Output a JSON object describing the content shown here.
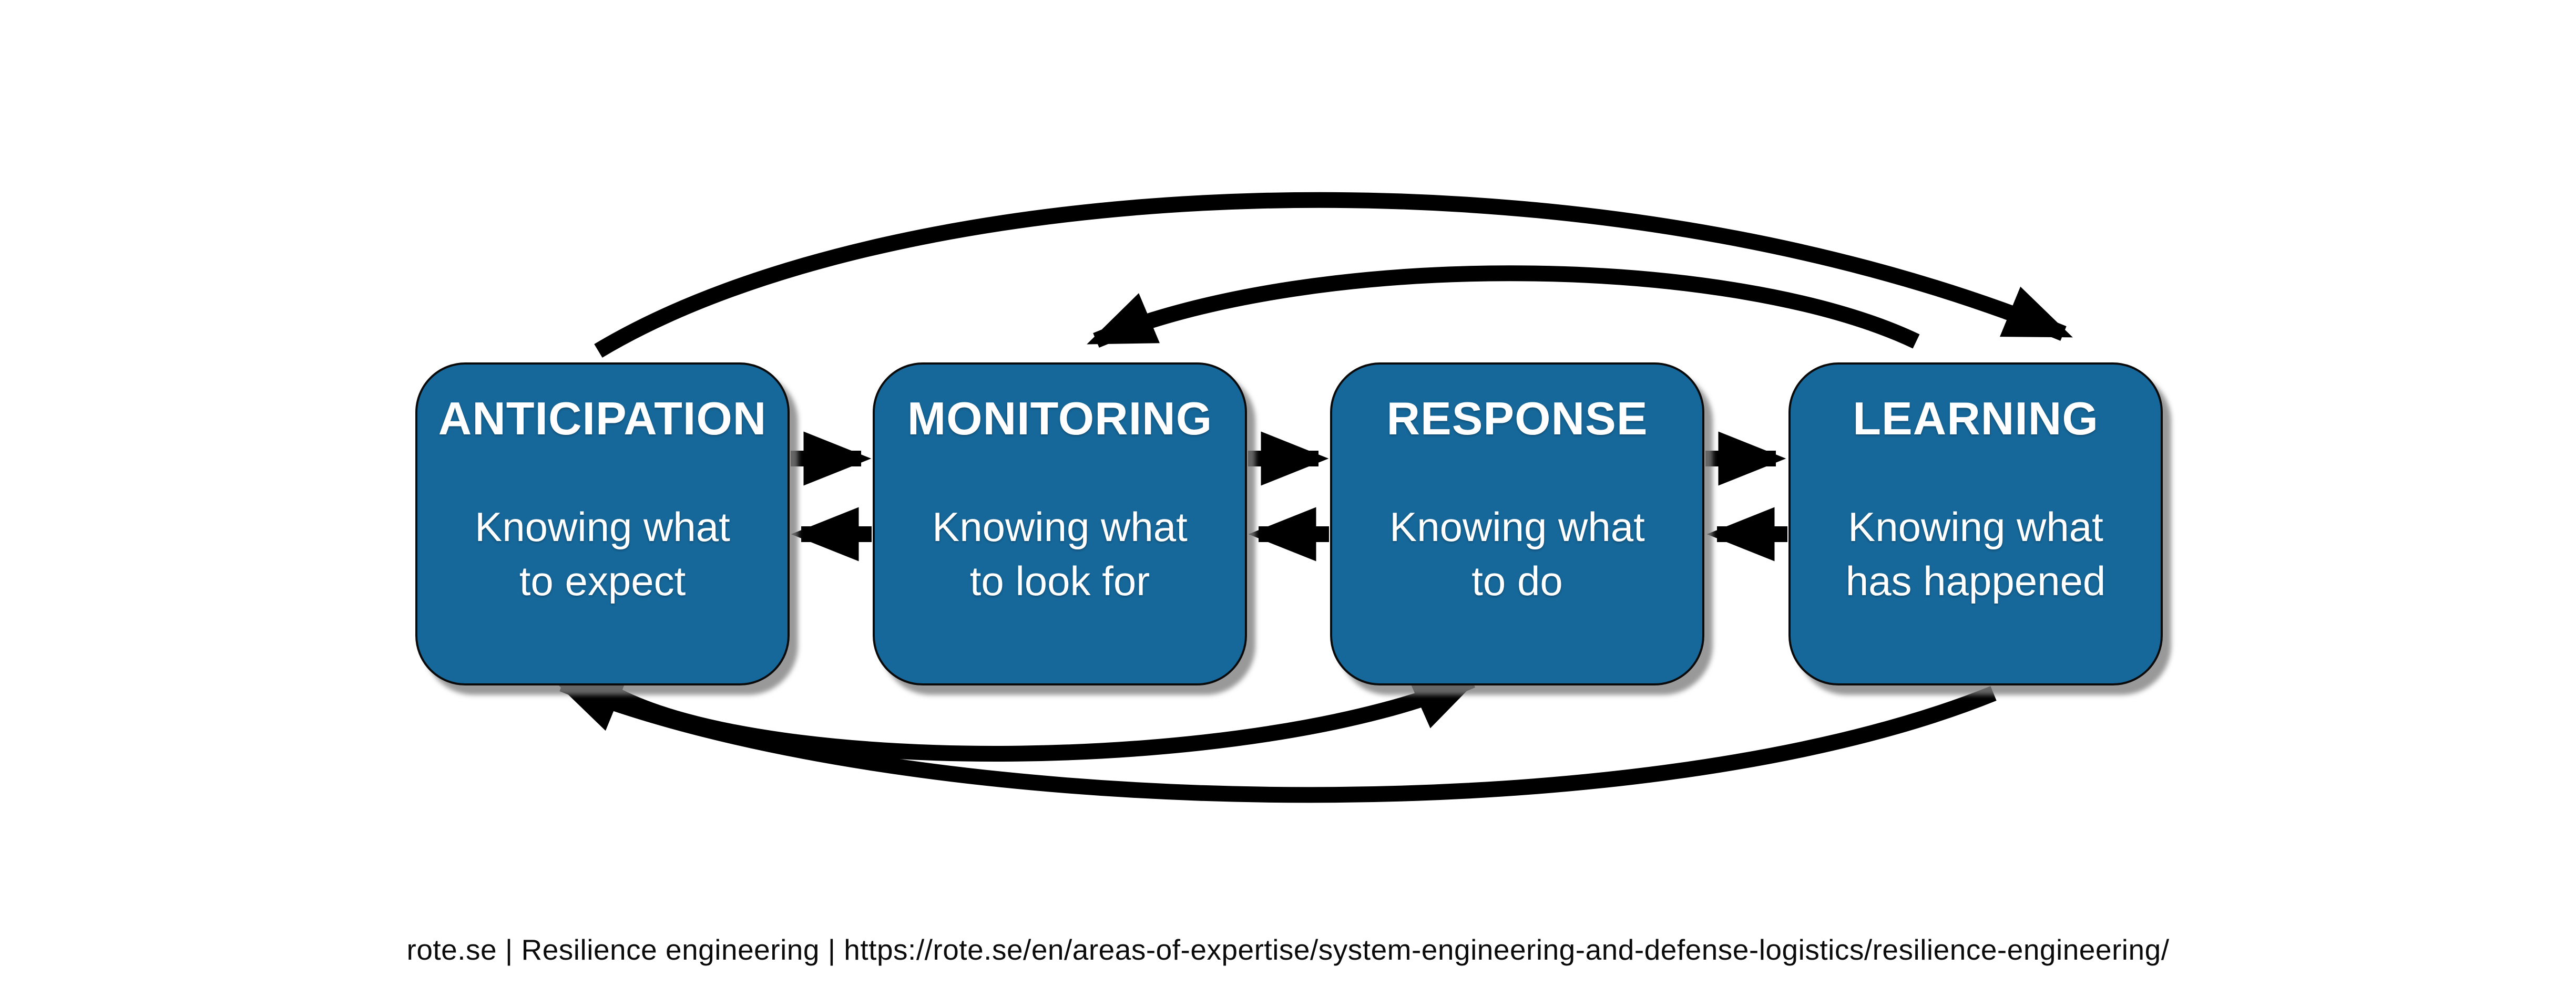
{
  "diagram": {
    "title_semantic": "Four cornerstones of resilience engineering",
    "style": {
      "box_fill": "#16689B",
      "box_border": "#0a0a0a",
      "box_text_color": "#ffffff",
      "arrow_color": "#000000",
      "background": "#ffffff",
      "shadow_color": "#808080"
    },
    "boxes": [
      {
        "title": "ANTICIPATION",
        "line1": "Knowing what",
        "line2": "to expect"
      },
      {
        "title": "MONITORING",
        "line1": "Knowing what",
        "line2": "to look for"
      },
      {
        "title": "RESPONSE",
        "line1": "Knowing what",
        "line2": "to do"
      },
      {
        "title": "LEARNING",
        "line1": "Knowing what",
        "line2": "has happened"
      }
    ],
    "connections": [
      {
        "from": "ANTICIPATION",
        "to": "MONITORING",
        "shape": "straight-right"
      },
      {
        "from": "MONITORING",
        "to": "ANTICIPATION",
        "shape": "straight-left"
      },
      {
        "from": "MONITORING",
        "to": "RESPONSE",
        "shape": "straight-right"
      },
      {
        "from": "RESPONSE",
        "to": "MONITORING",
        "shape": "straight-left"
      },
      {
        "from": "RESPONSE",
        "to": "LEARNING",
        "shape": "straight-right"
      },
      {
        "from": "LEARNING",
        "to": "RESPONSE",
        "shape": "straight-left"
      },
      {
        "from": "ANTICIPATION",
        "to": "LEARNING",
        "shape": "arc-top-outer"
      },
      {
        "from": "LEARNING",
        "to": "MONITORING",
        "shape": "arc-top-inner"
      },
      {
        "from": "ANTICIPATION",
        "to": "RESPONSE",
        "shape": "arc-bottom-inner"
      },
      {
        "from": "LEARNING",
        "to": "ANTICIPATION",
        "shape": "arc-bottom-outer"
      }
    ]
  },
  "footer": {
    "caption": "rote.se | Resilience engineering | https://rote.se/en/areas-of-expertise/system-engineering-and-defense-logistics/resilience-engineering/"
  }
}
